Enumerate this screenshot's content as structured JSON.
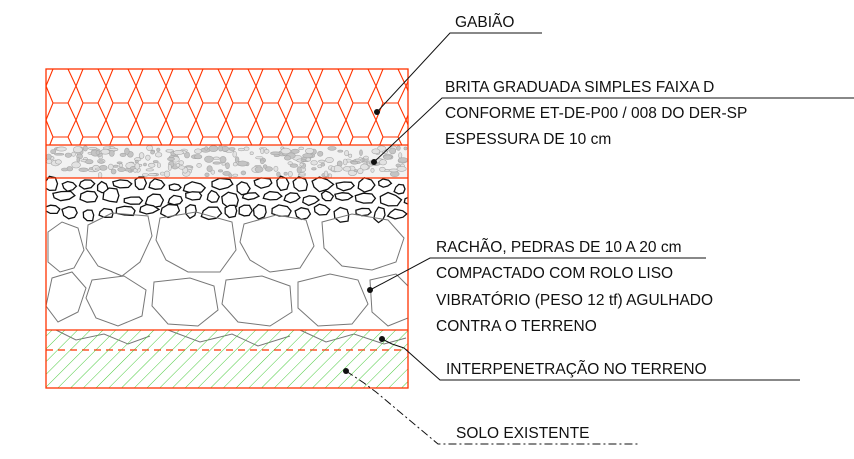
{
  "colors": {
    "outline": "#ff3300",
    "hatch": "#4ccb3f",
    "text": "#111111",
    "stone": "#777777",
    "gravel": "#a8a8a8"
  },
  "labels": {
    "gabiao": "GABIÃO",
    "brita_1": "BRITA GRADUADA SIMPLES FAIXA D",
    "brita_2": "CONFORME ET-DE-P00 / 008 DO DER-SP",
    "brita_3": "ESPESSURA DE 10 cm",
    "rachao_1": "RACHÃO, PEDRAS DE 10 A 20 cm",
    "rachao_2": "COMPACTADO COM ROLO LISO",
    "rachao_3": "VIBRATÓRIO (PESO 12 tf) AGULHADO",
    "rachao_4": "CONTRA O TERRENO",
    "interpenetracao": "INTERPENETRAÇÃO NO TERRENO",
    "solo": "SOLO EXISTENTE"
  }
}
